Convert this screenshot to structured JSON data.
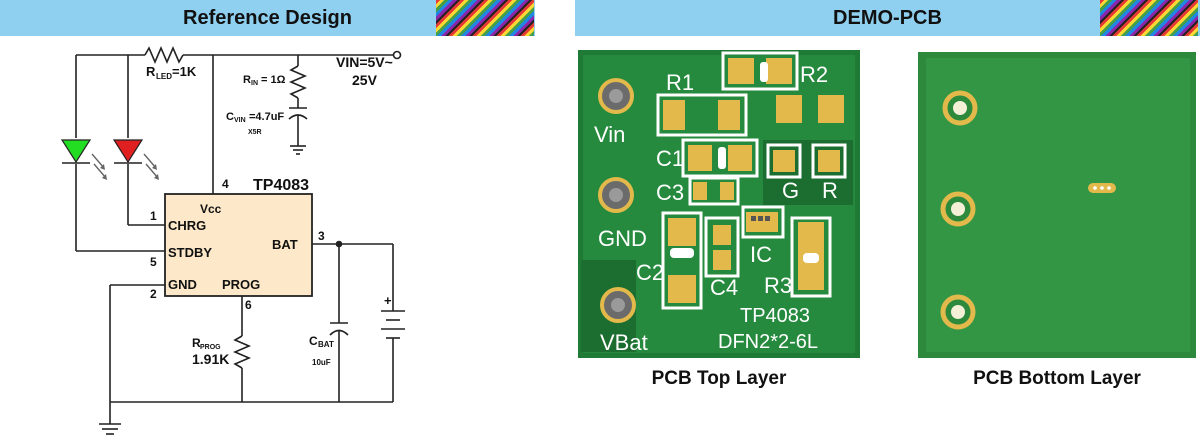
{
  "headers": {
    "left": "Reference Design",
    "right": "DEMO-PCB"
  },
  "schematic": {
    "r_led": "R",
    "r_led_sub": "LED",
    "r_led_val": "=1K",
    "r_in": "R",
    "r_in_sub": "IN",
    "r_in_val": "= 1Ω",
    "c_vin": "C",
    "c_vin_sub": "VIN",
    "c_vin_val": "=4.7uF",
    "c_vin_type": "X5R",
    "vin_line1": "VIN=5V~",
    "vin_line2": "25V",
    "chip_name": "TP4083",
    "pin_vcc": "Vcc",
    "pin_chrg": "CHRG",
    "pin_stdby": "STDBY",
    "pin_gnd": "GND",
    "pin_prog": "PROG",
    "pin_bat": "BAT",
    "pin4": "4",
    "pin1": "1",
    "pin5": "5",
    "pin2": "2",
    "pin6": "6",
    "pin3": "3",
    "r_prog": "R",
    "r_prog_sub": "PROG",
    "r_prog_val": "1.91K",
    "c_bat": "C",
    "c_bat_sub": "BAT",
    "c_bat_val": "10uF",
    "batt_plus": "+"
  },
  "pcb_top": {
    "caption": "PCB Top Layer",
    "vin": "Vin",
    "gnd": "GND",
    "vbat": "VBat",
    "r1": "R1",
    "r2": "R2",
    "r3": "R3",
    "c1": "C1",
    "c2": "C2",
    "c3": "C3",
    "c4": "C4",
    "ic": "IC",
    "g": "G",
    "r": "R",
    "chip_line1": "TP4083",
    "chip_line2": "DFN2*2-6L"
  },
  "pcb_bottom": {
    "caption": "PCB Bottom Layer"
  },
  "colors": {
    "header_bg": "#8fd0f0",
    "chip_fill": "#fde9c9",
    "led_green": "#22dd22",
    "led_red": "#e02020",
    "pcb_green": "#1f7a35",
    "pad_gold": "#e2b94a"
  }
}
